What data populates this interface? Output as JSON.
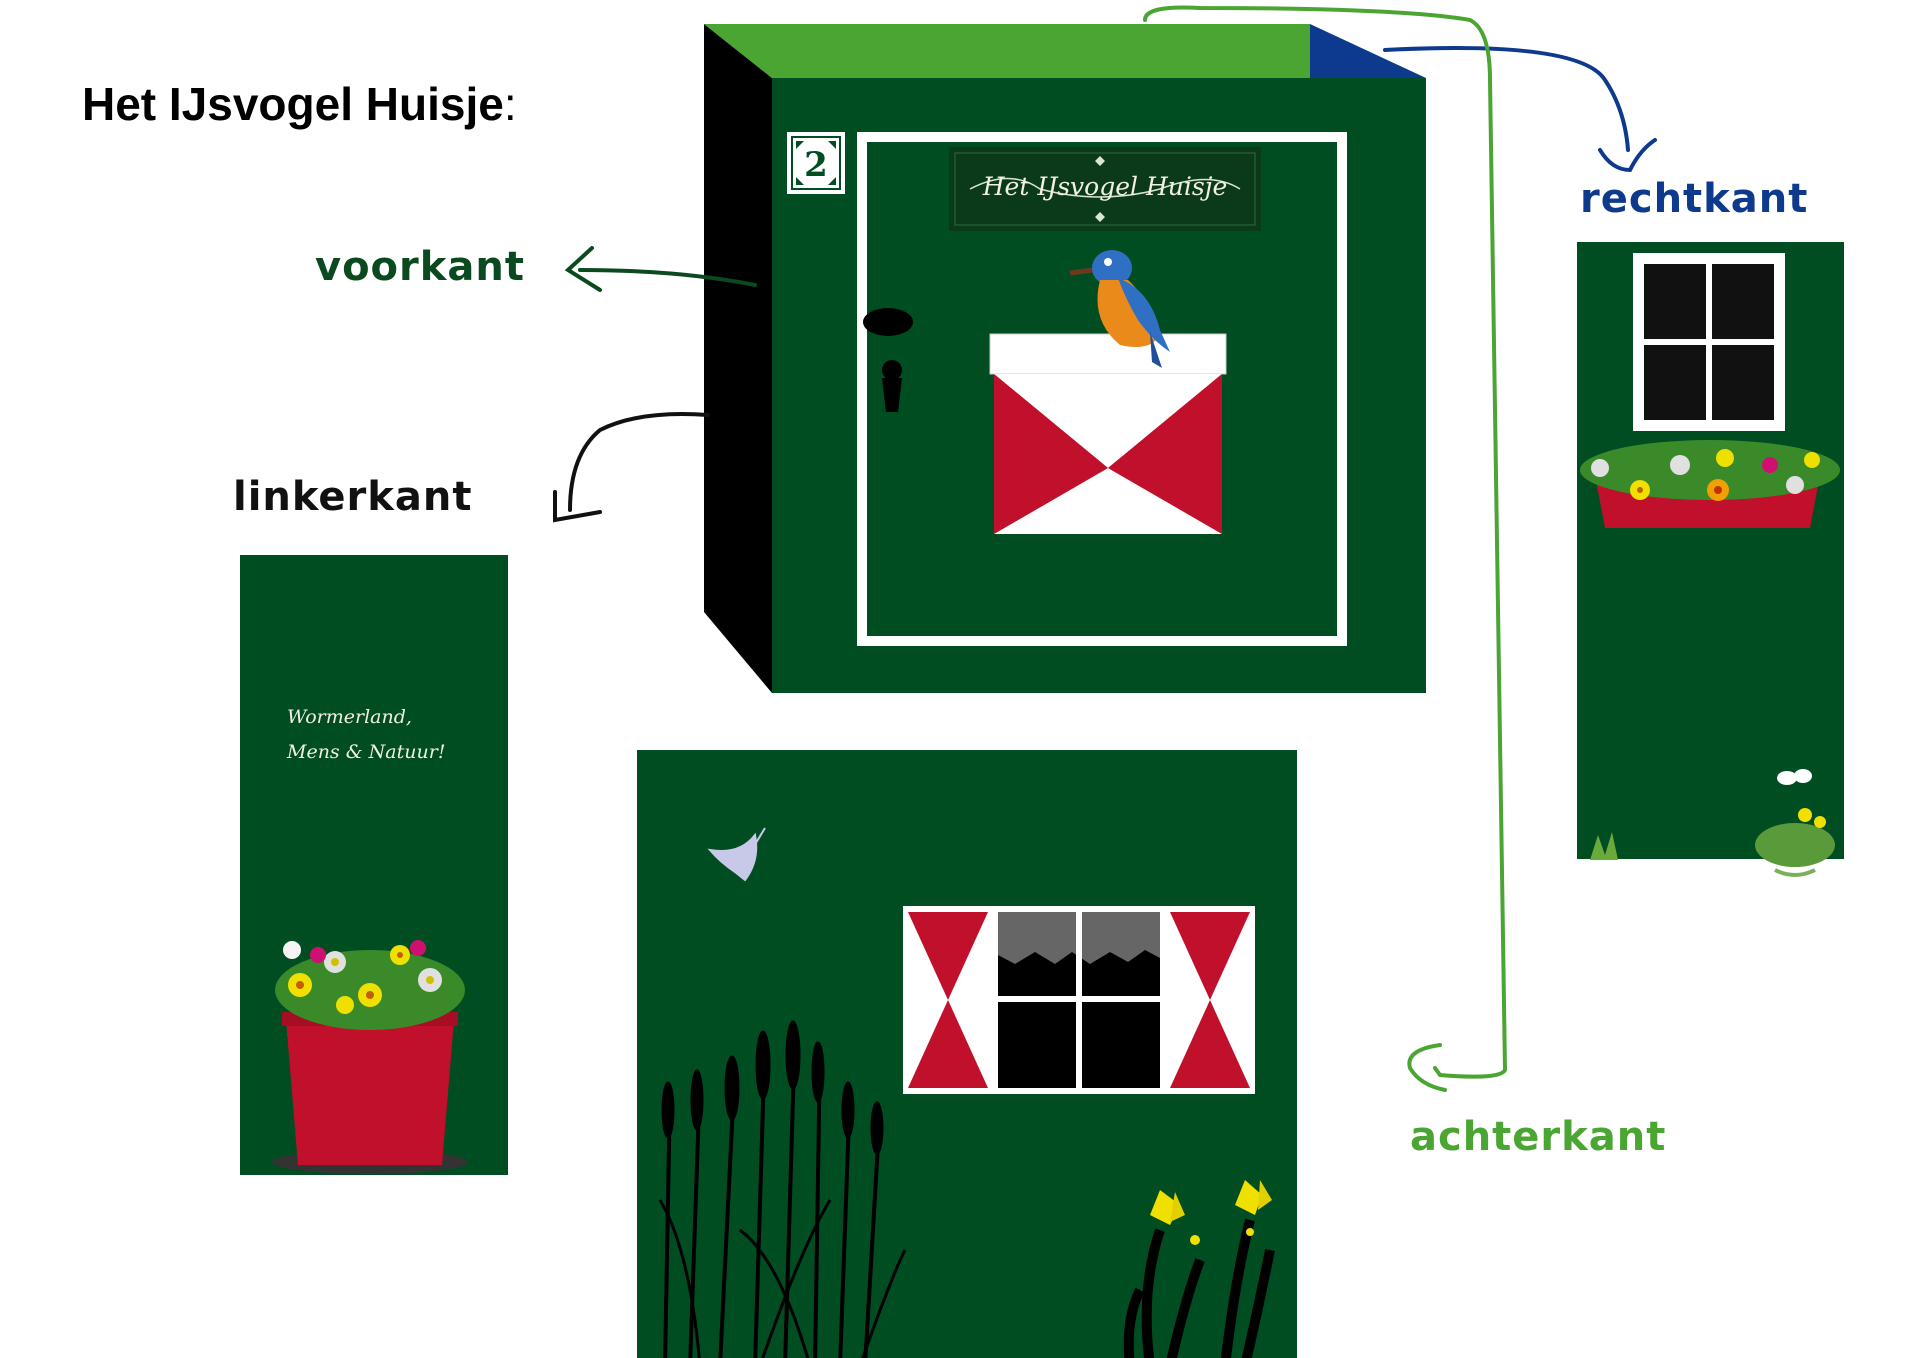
{
  "title": {
    "main": "Het IJsvogel Huisje",
    "colon": ":"
  },
  "labels": {
    "front": "voorkant",
    "left": "linkerkant",
    "right": "rechtkant",
    "back": "achterkant"
  },
  "sign": {
    "text": "Het IJsvogel Huisje"
  },
  "house_number": "2",
  "left_panel_text": {
    "line1": "Wormerland,",
    "line2": "Mens & Natuur!"
  },
  "colors": {
    "dark_green": "#004d22",
    "roof_green": "#4aa532",
    "roof_blue": "#0d3a8c",
    "label_front": "#0a4a1e",
    "label_left": "#111111",
    "label_right": "#0d3a8c",
    "label_back": "#4aa532",
    "shutter_red": "#c0102b",
    "pot_red": "#c0102b",
    "white": "#ffffff",
    "black": "#000000"
  },
  "icons": [
    "kingfisher-icon",
    "swallow-icon",
    "butterfly-icon",
    "flower-icon",
    "reed-icon",
    "iris-icon",
    "keyhole-icon",
    "door-knob-icon"
  ]
}
